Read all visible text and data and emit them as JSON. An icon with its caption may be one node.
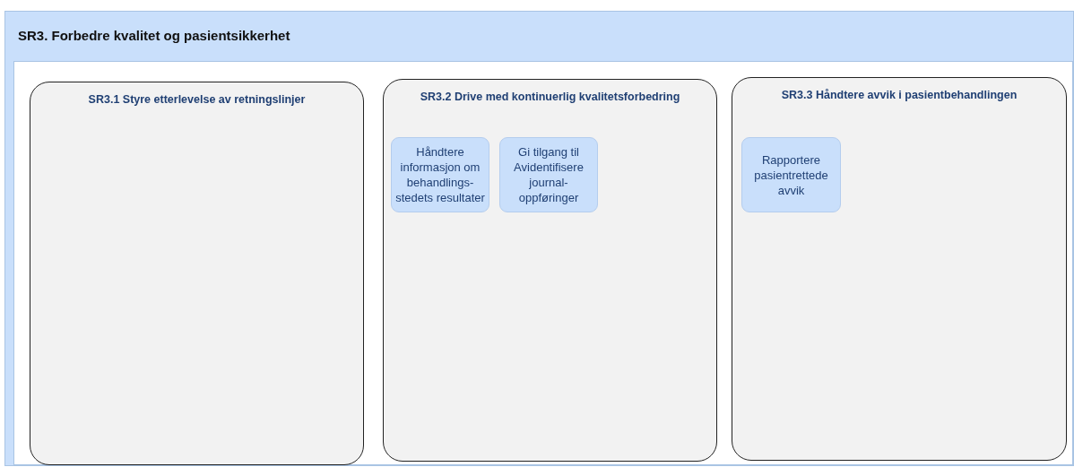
{
  "diagram": {
    "nodes": [
      {
        "text": [
          "SR3. Forbedre kvalitet og pasientsikkerhet"
        ]
      },
      {
        "text": [
          "SR3.1 Styre etterlevelse av retningslinjer"
        ],
        "in": 0
      },
      {
        "text": [
          "SR3.2 Drive med kontinuerlig kvalitetsforbedring"
        ],
        "in": 0
      },
      {
        "text": [
          "SR3.3 Håndtere avvik i pasientbehandlingen"
        ],
        "in": 0
      },
      {
        "text": [
          "Håndtere informasjon om behandlings- stedets resultater"
        ],
        "in": 2
      },
      {
        "text": [
          "Gi tilgang til Avidentifisere journal- oppføringer"
        ],
        "in": 2
      },
      {
        "text": [
          "Rapportere pasientrettede avvik"
        ],
        "in": 3
      }
    ],
    "edges": []
  }
}
